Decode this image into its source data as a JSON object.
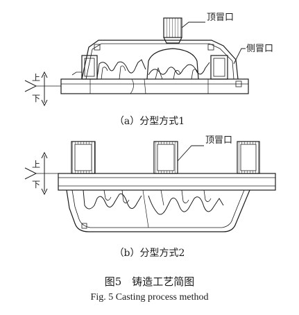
{
  "diagram_a": {
    "label_top_riser": "顶冒口",
    "label_side_riser": "侧冒口",
    "label_up": "上",
    "label_down": "下",
    "caption": "（a）分型方式1"
  },
  "diagram_b": {
    "label_top_riser": "顶冒口",
    "label_up": "上",
    "label_down": "下",
    "caption": "（b）分型方式2"
  },
  "figure": {
    "title": "图5　铸造工艺简图",
    "title_en": "Fig. 5 Casting process method"
  }
}
